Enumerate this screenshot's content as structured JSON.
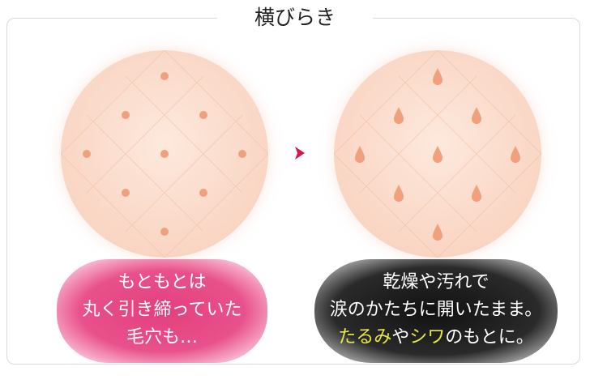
{
  "title": "横びらき",
  "before": {
    "lines": [
      "もともとは",
      "丸く引き締っていた",
      "毛穴も…"
    ],
    "color": "#e3407c"
  },
  "after": {
    "line1": "乾燥や汚れで",
    "line2": "涙のかたちに開いたまま。",
    "line3": {
      "hl1": "たるみ",
      "t1": "や",
      "hl2": "シワ",
      "t2": "のもとに。"
    },
    "highlight_color": "#e8e64a"
  },
  "icons": {
    "arrow": "triangle-right-icon",
    "pore": "round-pore-icon",
    "teardrop_pore": "teardrop-pore-icon"
  },
  "colors": {
    "skin": "#fad8c7",
    "pore": "#f0a07a",
    "arrow": "#d6164f"
  }
}
